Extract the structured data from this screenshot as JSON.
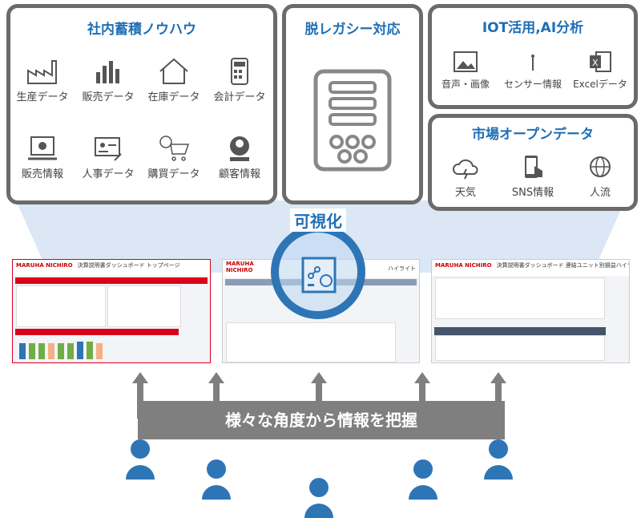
{
  "sources": {
    "internal": {
      "title": "社内蓄積ノウハウ",
      "items": [
        {
          "label": "生産データ",
          "icon": "factory-icon"
        },
        {
          "label": "販売データ",
          "icon": "bar-chart-icon"
        },
        {
          "label": "在庫データ",
          "icon": "house-icon"
        },
        {
          "label": "会計データ",
          "icon": "calculator-icon"
        },
        {
          "label": "販売情報",
          "icon": "laptop-chart-icon"
        },
        {
          "label": "人事データ",
          "icon": "id-card-icon"
        },
        {
          "label": "購買データ",
          "icon": "cart-clock-icon"
        },
        {
          "label": "顧客情報",
          "icon": "customer-icon"
        }
      ]
    },
    "legacy": {
      "title": "脱レガシー対応",
      "icon": "server-icon"
    },
    "iot": {
      "title": "IOT活用,AI分析",
      "items": [
        {
          "label": "音声・画像",
          "icon": "image-icon"
        },
        {
          "label": "センサー情報",
          "icon": "sensor-icon"
        },
        {
          "label": "Excelデータ",
          "icon": "excel-icon"
        }
      ]
    },
    "open": {
      "title": "市場オープンデータ",
      "items": [
        {
          "label": "天気",
          "icon": "weather-icon"
        },
        {
          "label": "SNS情報",
          "icon": "smartphone-icon"
        },
        {
          "label": "人流",
          "icon": "globe-icon"
        }
      ]
    }
  },
  "visualize": {
    "label": "可視化"
  },
  "dashboards": [
    {
      "logo": "MARUHA NICHIRO",
      "title": "決算説明書ダッシュボード トップページ"
    },
    {
      "logo": "MARUHA NICHIRO",
      "title": "ハイライト"
    },
    {
      "logo": "MARUHA NICHIRO",
      "title": "決算説明書ダッシュボード 連結ユニット別損益ハイライト"
    }
  ],
  "banner": {
    "text": "様々な角度から情報を把握"
  },
  "colors": {
    "accent": "#1f6fb5",
    "frame": "#6b6b6b",
    "banner": "#7f7f7f",
    "person": "#2e75b6",
    "dash_red": "#d9001b"
  }
}
